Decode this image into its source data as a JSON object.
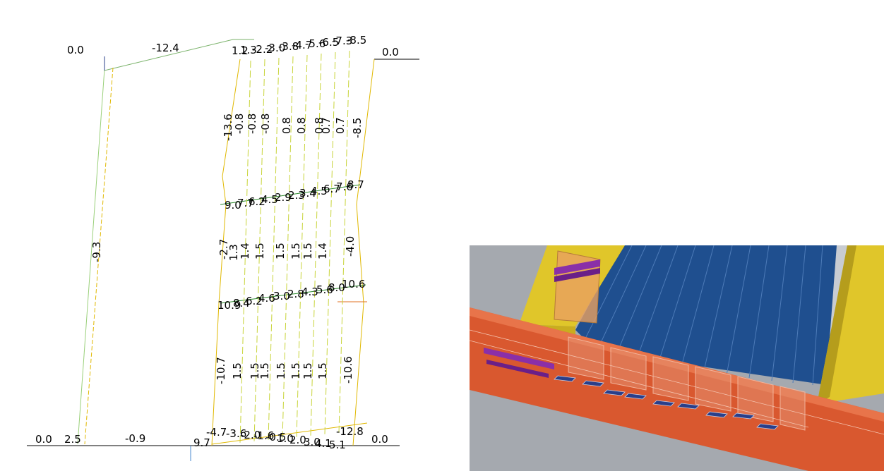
{
  "diagram": {
    "corner_labels": {
      "top_left": "0.0",
      "top_right": "0.0",
      "bottom_left": "0.0",
      "bottom_right": "0.0"
    },
    "left_column": {
      "top_beam_moment": "-12.4",
      "column_moment": "-9.3",
      "base_left": "2.5",
      "base_beam_moment": "-0.9",
      "base_right": "9.7"
    },
    "row_top": [
      "1.2",
      "1.3",
      "-2.2",
      "-3.0",
      "-3.8",
      "-4.7",
      "-5.6",
      "-6.5",
      "-7.3",
      "-8.5"
    ],
    "band_1_values": [
      "-13.6",
      "-0.8",
      "-0.8",
      "-0.8",
      "0.8",
      "0.8",
      "0.8",
      "0.7",
      "0.7",
      "-8.5"
    ],
    "row_2": [
      "9.0",
      "7.7",
      "6.2",
      "4.5",
      "2.9",
      "2.3",
      "3.4",
      "4.5",
      "6.7",
      "7.6",
      "8.7"
    ],
    "band_2_values": [
      "-2.7",
      "1.3",
      "1.4",
      "1.5",
      "1.5",
      "1.5",
      "1.5",
      "1.4",
      "-4.0"
    ],
    "row_3": [
      "10.9",
      "8.4",
      "6.2",
      "4.6",
      "3.0",
      "2.8",
      "4.3",
      "5.6",
      "8.0",
      "10.6"
    ],
    "band_3_values": [
      "-10.7",
      "1.5",
      "1.5",
      "1.5",
      "1.5",
      "1.5",
      "1.5",
      "1.5",
      "-10.6"
    ],
    "row_bottom": [
      "-4.7",
      "-3.6",
      "-2.0",
      "-1.6",
      "-0.5",
      "1.0",
      "2.0",
      "3.0",
      "4.1",
      "5.1",
      "-12.8"
    ]
  },
  "viewport": {
    "colors": {
      "background": "#a5a9af",
      "beam_orange": "#d9582f",
      "beam_yellow": "#e0c62a",
      "deck_blue": "#1f4f8f",
      "plate_purple": "#8a2fa8",
      "pad_navy": "#2a3f8a"
    }
  }
}
